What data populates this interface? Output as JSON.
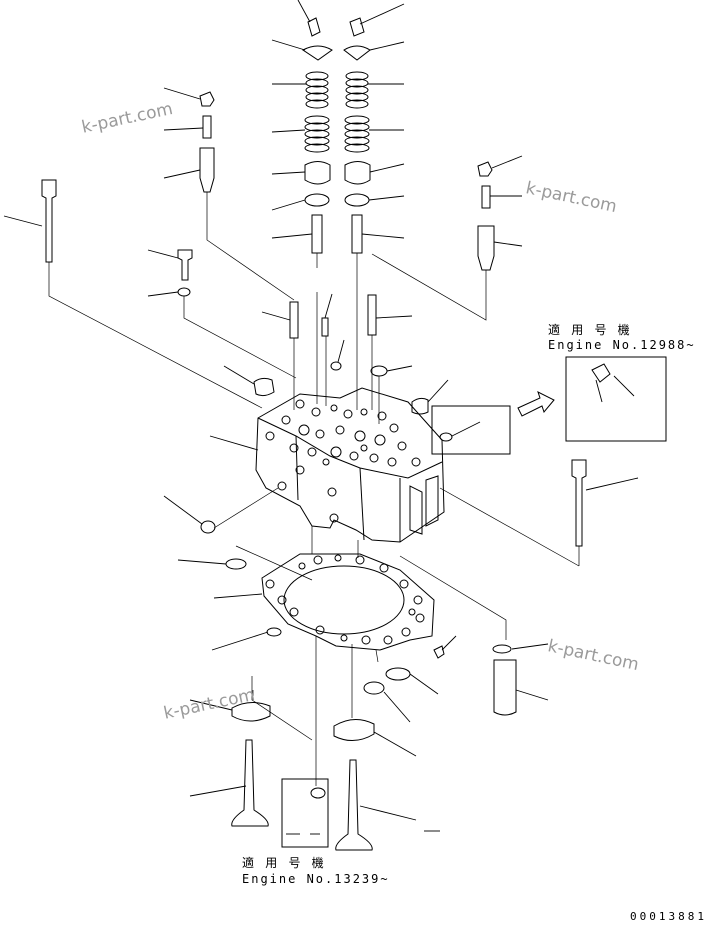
{
  "watermarks": [
    "k-part.com",
    "k-part.com",
    "k-part.com",
    "k-part.com"
  ],
  "inset_top": {
    "applicable": "適 用 号 機",
    "engine": "Engine No.12988~"
  },
  "inset_bottom": {
    "applicable": "適 用 号 機",
    "engine": "Engine No.13239~"
  },
  "drawing_number": "00013881"
}
